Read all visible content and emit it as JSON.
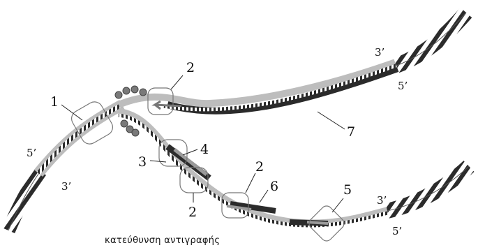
{
  "labels": {
    "n1": "1",
    "n2_top": "2",
    "n2_mid": "2",
    "n2_low": "2",
    "n3": "3",
    "n4": "4",
    "n5": "5",
    "n6": "6",
    "n7": "7"
  },
  "ends": {
    "left_5prime": "5’",
    "left_3prime": "3’",
    "top_3prime": "3’",
    "top_5prime": "5’",
    "bottom_3prime": "3’",
    "bottom_5prime": "5’"
  },
  "caption": "κατεύθυνση αντιγραφής",
  "colors": {
    "strand_light": "#bdbdbd",
    "strand_dark": "#2b2b2b",
    "protein": "#7a7a7a",
    "outline": "#555555"
  }
}
